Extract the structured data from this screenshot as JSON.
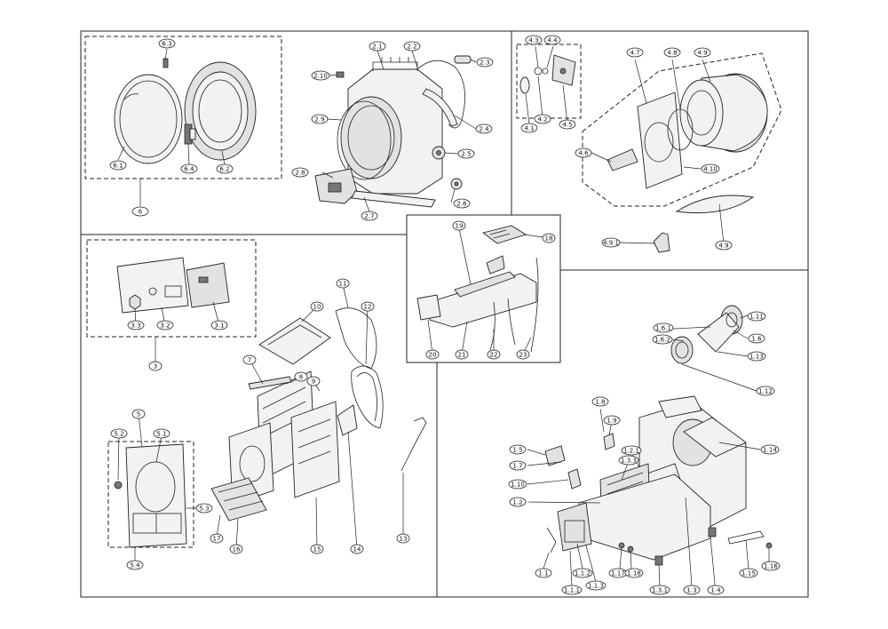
{
  "labels": {
    "L_6_3": "6.3",
    "L_6_1": "6.1",
    "L_6_4": "6.4",
    "L_6_2": "6.2",
    "L_6": "6",
    "L_2_1": "2.1",
    "L_2_2": "2.2",
    "L_2_3": "2.3",
    "L_2_10": "2.10",
    "L_2_9": "2.9",
    "L_2_4": "2.4",
    "L_2_5": "2.5",
    "L_2_8": "2.8",
    "L_2_7": "2.7",
    "L_2_6": "2.6",
    "L_4_3": "4.3",
    "L_4_4": "4.4",
    "L_4_1": "4.1",
    "L_4_2": "4.2",
    "L_4_5": "4.5",
    "L_4_7": "4.7",
    "L_4_8": "4.8",
    "L_4_9": "4.9",
    "L_4_6": "4.6",
    "L_4_10": "4.10",
    "L_4_9_1": "4.9.1",
    "L_4_9_B": "4.9",
    "L_19": "19",
    "L_18": "18",
    "L_20": "20",
    "L_21": "21",
    "L_22": "22",
    "L_23": "23",
    "L_3_3": "3.3",
    "L_3_2": "3.2",
    "L_3_1": "3.1",
    "L_3": "3",
    "L_11": "11",
    "L_10": "10",
    "L_12": "12",
    "L_7": "7",
    "L_8": "8",
    "L_9": "9",
    "L_5": "5",
    "L_5_2": "5.2",
    "L_5_1": "5.1",
    "L_5_3": "5.3",
    "L_5_4": "5.4",
    "L_17": "17",
    "L_16": "16",
    "L_15": "15",
    "L_14": "14",
    "L_13": "13",
    "L_1_6_1": "1.6.1",
    "L_1_11": "1.11",
    "L_1_6_2": "1.6.2",
    "L_1_6": "1.6",
    "L_1_13": "1.13",
    "L_1_12": "1.12",
    "L_1_8": "1.8",
    "L_1_9": "1.9",
    "L_1_5": "1.5",
    "L_1_7": "1.7",
    "L_1_2_1": "1.2.1",
    "L_1_3_3": "1.3.3",
    "L_1_10": "1.10",
    "L_1_2": "1.2",
    "L_1_14": "1.14",
    "L_1_1": "1.1",
    "L_1_1_2": "1.1.2",
    "L_1_1_1": "1.1.1",
    "L_1_1_3": "1.1.3",
    "L_1_17": "1.17",
    "L_1_18": "1.18",
    "L_1_3_1": "1.3.1",
    "L_1_3": "1.3",
    "L_1_4": "1.4",
    "L_1_15": "1.15",
    "L_1_16": "1.16"
  }
}
